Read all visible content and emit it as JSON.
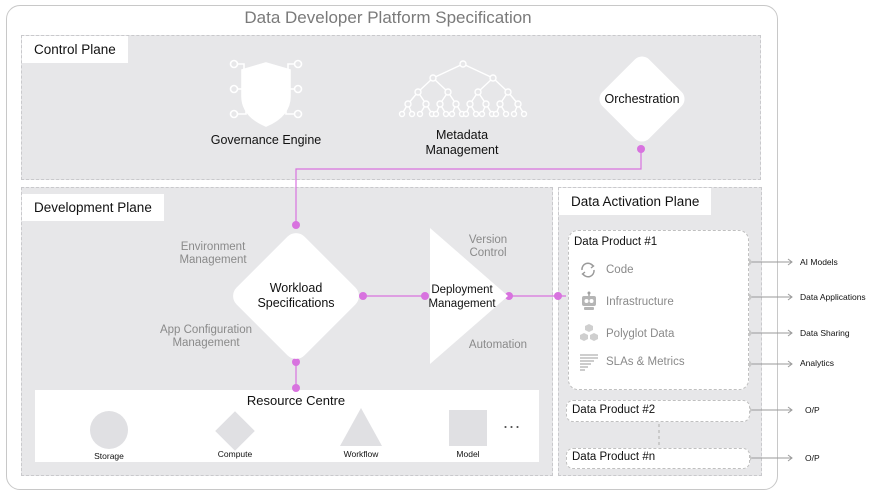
{
  "title": "Data Developer Platform Specification",
  "control_plane": {
    "label": "Control Plane",
    "governance": "Governance Engine",
    "metadata": "Metadata Management",
    "orchestration": "Orchestration"
  },
  "development_plane": {
    "label": "Development Plane",
    "environment": "Environment Management",
    "app_config": "App Configuration Management",
    "workload": "Workload Specifications",
    "deployment": "Deployment Management",
    "version_control": "Version Control",
    "automation": "Automation",
    "resource_centre": {
      "label": "Resource Centre",
      "items": [
        "Storage",
        "Compute",
        "Workflow",
        "Model"
      ],
      "ellipsis": "..."
    }
  },
  "activation_plane": {
    "label": "Data Activation Plane",
    "product1": {
      "title": "Data Product #1",
      "rows": [
        {
          "label": "Code",
          "icon": "code-cycle-icon",
          "output": "AI Models"
        },
        {
          "label": "Infrastructure",
          "icon": "infrastructure-robot-icon",
          "output": "Data Applications"
        },
        {
          "label": "Polyglot Data",
          "icon": "polyglot-cubes-icon",
          "output": "Data Sharing"
        },
        {
          "label": "SLAs & Metrics",
          "icon": "slas-metrics-icon",
          "output": "Analytics"
        }
      ]
    },
    "product2": {
      "title": "Data Product #2",
      "output": "O/P"
    },
    "productn": {
      "title": "Data Product #n",
      "output": "O/P"
    }
  },
  "colors": {
    "connector": "#d873df",
    "plane": "#e7e7e9",
    "shape": "#e0e0e3"
  }
}
